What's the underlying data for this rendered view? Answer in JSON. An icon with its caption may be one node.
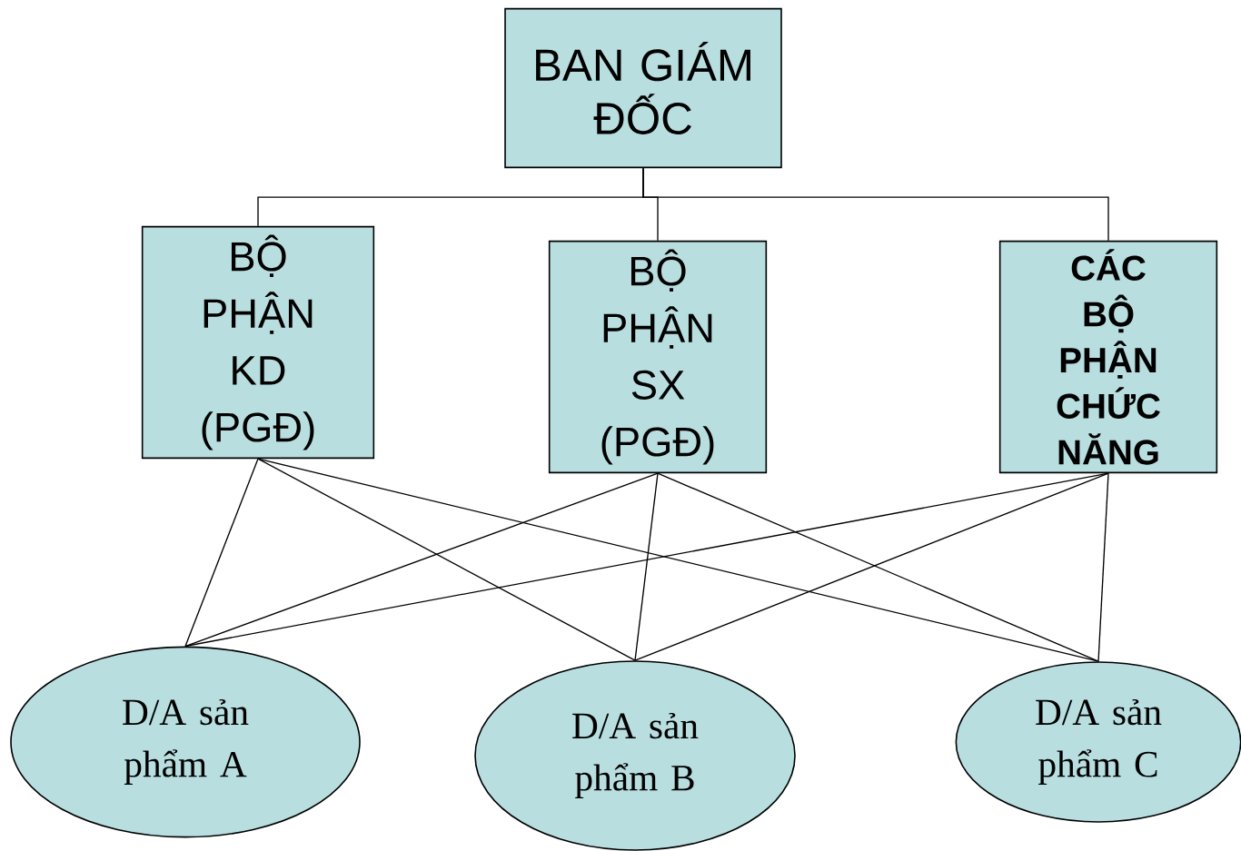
{
  "diagram": {
    "nodes": [
      {
        "text": [
          "BAN GIÁM ĐỐC"
        ]
      },
      {
        "text": [
          "BỘ PHẬN KD (PGĐ)"
        ]
      },
      {
        "text": [
          "BỘ PHẬN SX (PGĐ)"
        ]
      },
      {
        "text": [
          "CÁC BỘ PHẬN CHỨC NĂNG"
        ]
      },
      {
        "text": [
          "D/A sản phẩm A"
        ]
      },
      {
        "text": [
          "D/A sản phẩm B"
        ]
      },
      {
        "text": [
          "D/A sản phẩm C"
        ]
      }
    ],
    "edges": [
      {
        "from": 0,
        "to": 1,
        "arrow": "none"
      },
      {
        "from": 0,
        "to": 2,
        "arrow": "none"
      },
      {
        "from": 0,
        "to": 3,
        "arrow": "none"
      },
      {
        "from": 1,
        "to": 4,
        "arrow": "none"
      },
      {
        "from": 1,
        "to": 5,
        "arrow": "none"
      },
      {
        "from": 1,
        "to": 6,
        "arrow": "none"
      },
      {
        "from": 2,
        "to": 4,
        "arrow": "none"
      },
      {
        "from": 2,
        "to": 5,
        "arrow": "none"
      },
      {
        "from": 2,
        "to": 6,
        "arrow": "none"
      },
      {
        "from": 3,
        "to": 4,
        "arrow": "none"
      },
      {
        "from": 3,
        "to": 5,
        "arrow": "none"
      },
      {
        "from": 3,
        "to": 6,
        "arrow": "none"
      }
    ]
  }
}
